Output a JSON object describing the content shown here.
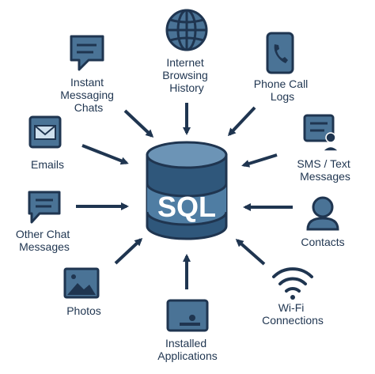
{
  "colors": {
    "ink": "#1f3550",
    "fill": "#4a7396",
    "db_body": "#2f577b",
    "db_band": "#4f7da3",
    "db_top": "#6c94b6",
    "db_text": "#ffffff"
  },
  "center": {
    "label": "SQL",
    "icon": "database-cylinder-icon"
  },
  "sources": [
    {
      "id": "internet-browsing-history",
      "icon": "globe-icon",
      "lines": [
        "Internet",
        "Browsing",
        "History"
      ]
    },
    {
      "id": "phone-call-logs",
      "icon": "phone-icon",
      "lines": [
        "Phone Call",
        "Logs"
      ]
    },
    {
      "id": "sms-text-messages",
      "icon": "sms-message-icon",
      "lines": [
        "SMS / Text",
        "Messages"
      ]
    },
    {
      "id": "contacts",
      "icon": "person-icon",
      "lines": [
        "Contacts"
      ]
    },
    {
      "id": "wifi-connections",
      "icon": "wifi-icon",
      "lines": [
        "Wi-Fi",
        "Connections"
      ]
    },
    {
      "id": "installed-applications",
      "icon": "app-window-icon",
      "lines": [
        "Installed",
        "Applications"
      ]
    },
    {
      "id": "photos",
      "icon": "photo-icon",
      "lines": [
        "Photos"
      ]
    },
    {
      "id": "other-chat-messages",
      "icon": "chat-bubble-icon",
      "lines": [
        "Other Chat",
        "Messages"
      ]
    },
    {
      "id": "emails",
      "icon": "email-icon",
      "lines": [
        "Emails"
      ]
    },
    {
      "id": "instant-messaging-chats",
      "icon": "chat-bubble-icon",
      "lines": [
        "Instant",
        "Messaging",
        "Chats"
      ]
    }
  ]
}
